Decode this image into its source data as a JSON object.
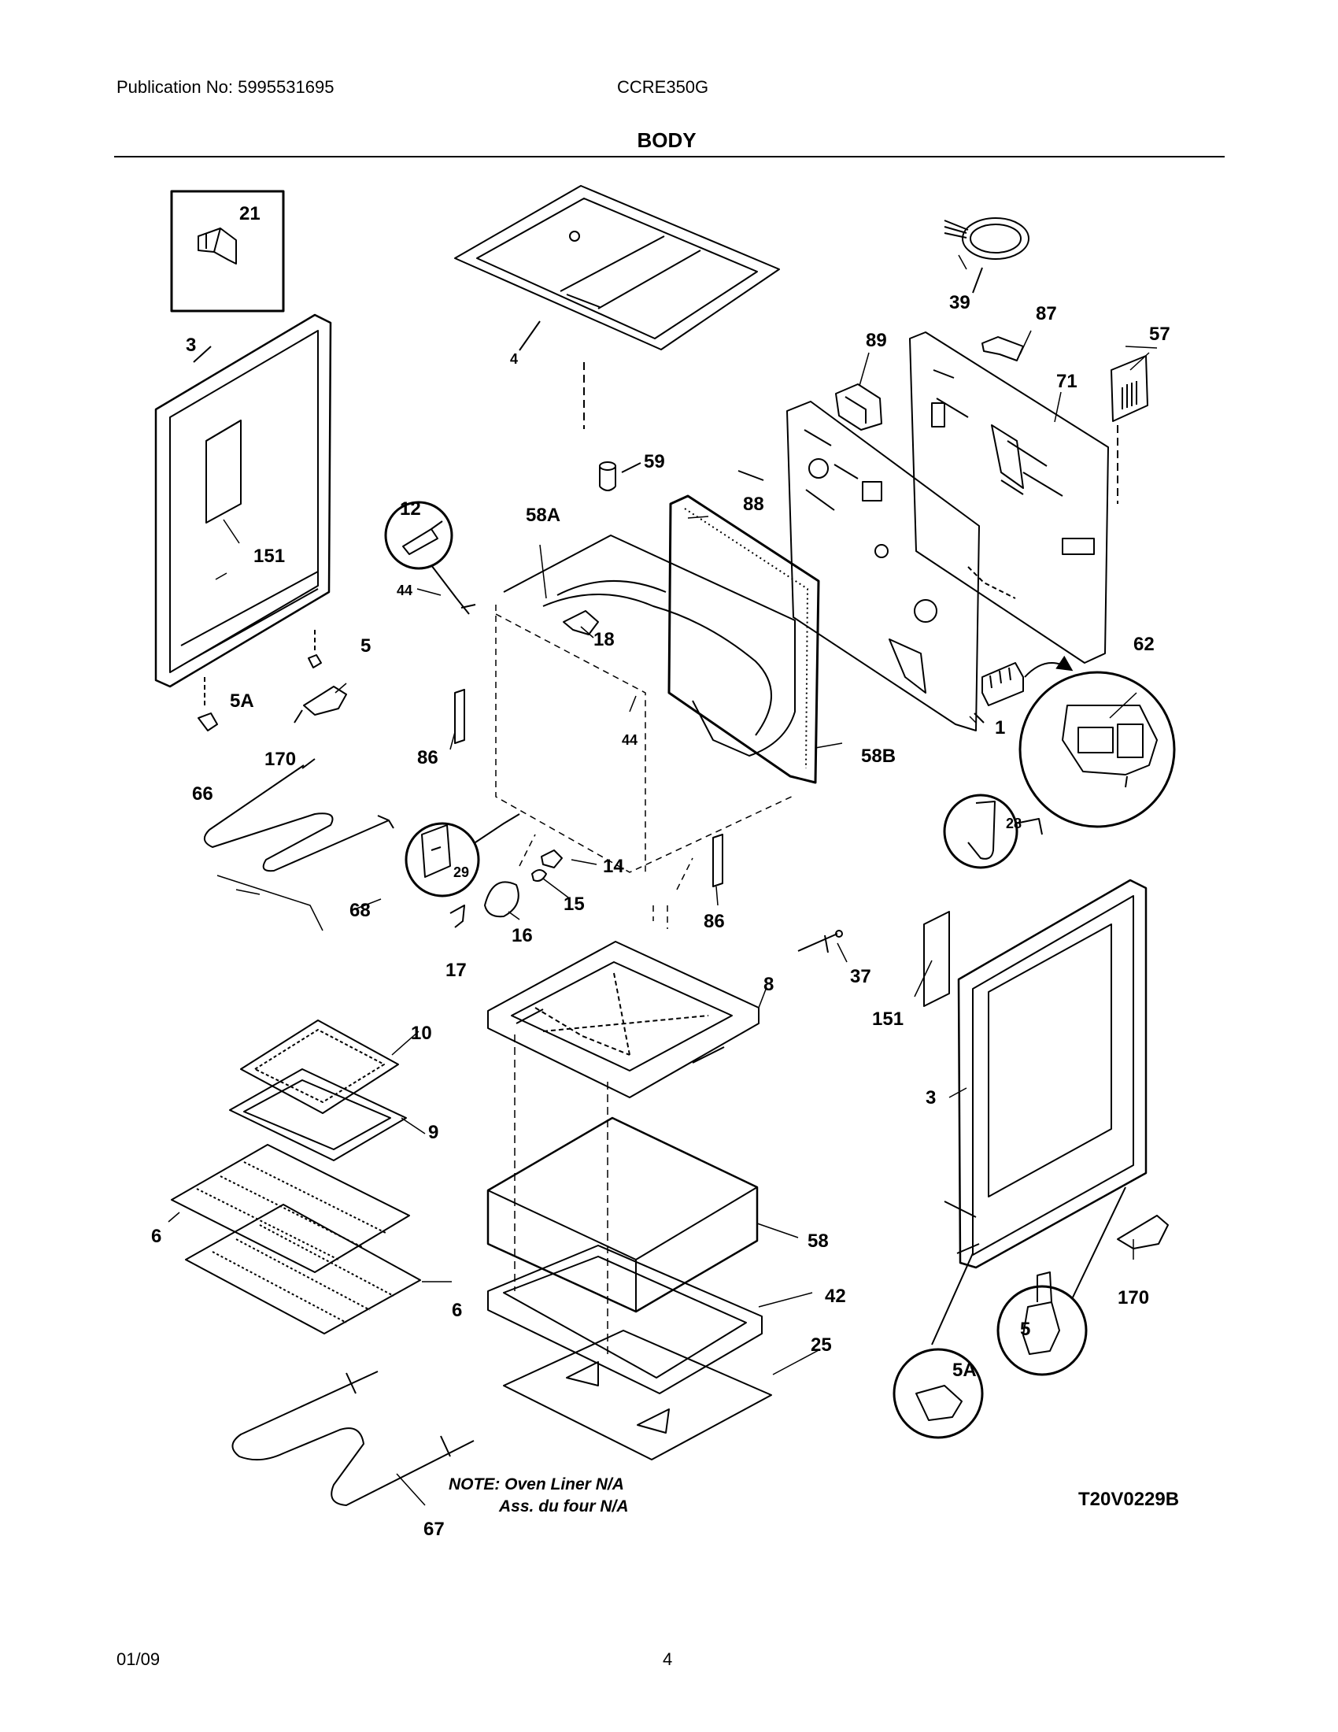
{
  "header": {
    "publication": "Publication No: 5995531695",
    "model": "CCRE350G",
    "section": "BODY"
  },
  "footer": {
    "date": "01/09",
    "page": "4"
  },
  "diagram": {
    "note_line1": "NOTE: Oven Liner N/A",
    "note_line2": "Ass. du four N/A",
    "code": "T20V0229B",
    "callouts": {
      "c21": "21",
      "c3a": "3",
      "c4": "4",
      "c39": "39",
      "c87": "87",
      "c57": "57",
      "c89": "89",
      "c71": "71",
      "c59": "59",
      "c88": "88",
      "c12": "12",
      "c58a": "58A",
      "c151a": "151",
      "c44a": "44",
      "c18": "18",
      "c5a_top": "5",
      "c5A_left": "5A",
      "c170a": "170",
      "c86a": "86",
      "c44b": "44",
      "c58b": "58B",
      "c1": "1",
      "c62": "62",
      "c66": "66",
      "c68": "68",
      "c29": "29",
      "c14": "14",
      "c15": "15",
      "c16": "16",
      "c17": "17",
      "c86b": "86",
      "c28": "28",
      "c37": "37",
      "c8": "8",
      "c151b": "151",
      "c10": "10",
      "c9": "9",
      "c3b": "3",
      "c6a": "6",
      "c58": "58",
      "c6b": "6",
      "c42": "42",
      "c170b": "170",
      "c25": "25",
      "c5b": "5",
      "c5A_right": "5A",
      "c67": "67"
    }
  }
}
